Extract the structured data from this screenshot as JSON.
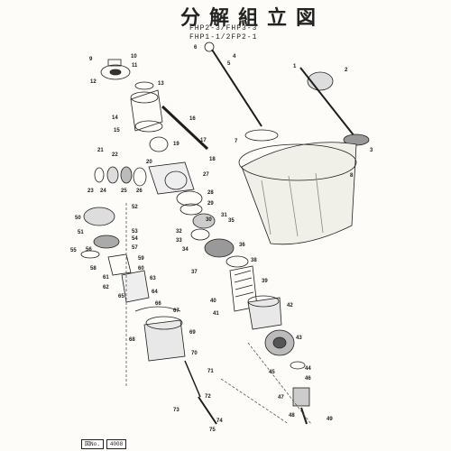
{
  "title": "分解組立図",
  "subtitles": [
    "FHP2-3/FHP3-3",
    "FHP1-1/2FP2-1"
  ],
  "footer": {
    "code_label": "図No.",
    "code_value": "4008"
  },
  "part_numbers": [
    "1",
    "2",
    "3",
    "4",
    "5",
    "6",
    "7",
    "8",
    "9",
    "10",
    "11",
    "12",
    "13",
    "14",
    "15",
    "16",
    "17",
    "18",
    "19",
    "20",
    "21",
    "22",
    "23",
    "24",
    "25",
    "26",
    "27",
    "28",
    "29",
    "30",
    "31",
    "32",
    "33",
    "34",
    "35",
    "36",
    "37",
    "38",
    "39",
    "40",
    "41",
    "42",
    "43",
    "44",
    "45",
    "46",
    "47",
    "48",
    "49",
    "50",
    "51",
    "52",
    "53",
    "54",
    "55",
    "56",
    "57",
    "58",
    "59",
    "60",
    "61",
    "62",
    "63",
    "64",
    "65",
    "66",
    "67",
    "68",
    "69",
    "70",
    "71",
    "72",
    "73",
    "74",
    "75"
  ]
}
